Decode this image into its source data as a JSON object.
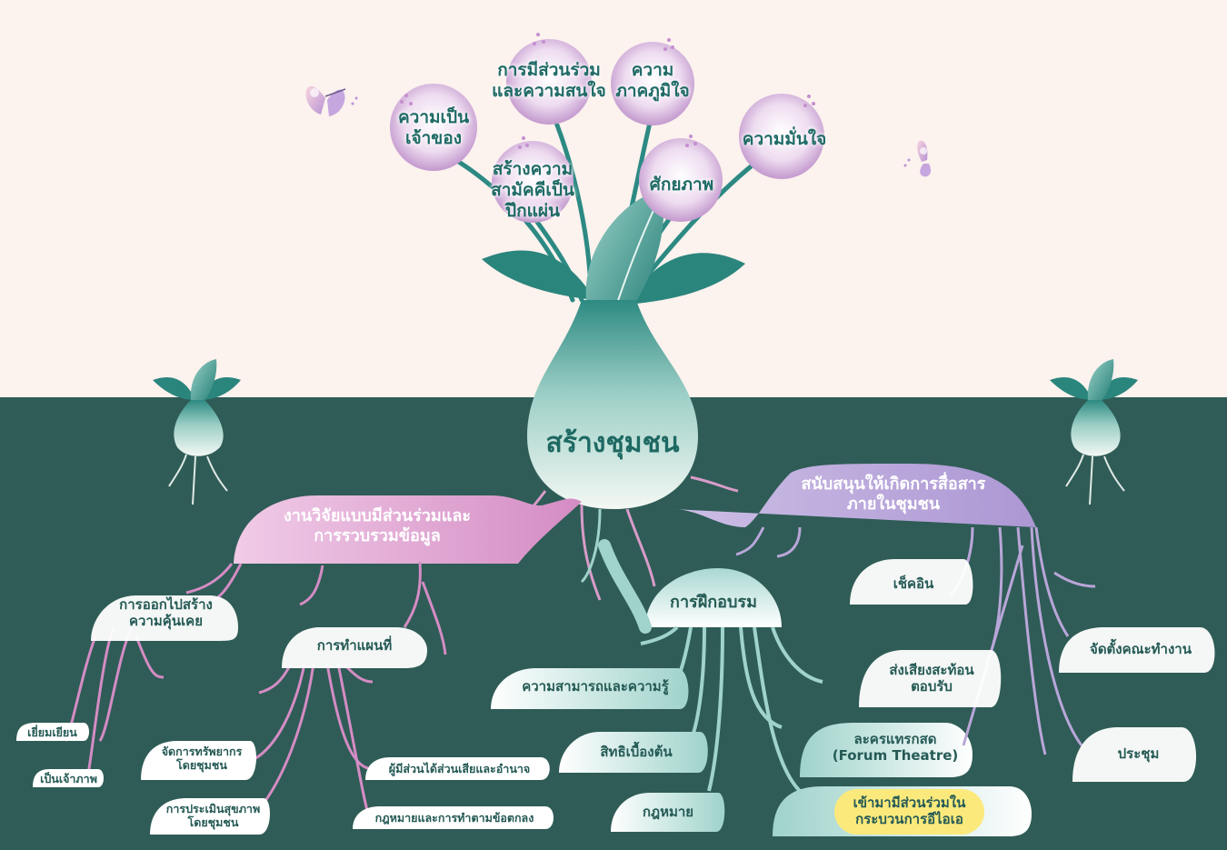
{
  "center": {
    "label": "สร้างชุมชน"
  },
  "flowers": [
    {
      "id": "ownership",
      "lines": [
        "ความเป็น",
        "เจ้าของ"
      ]
    },
    {
      "id": "participation",
      "lines": [
        "การมีส่วนร่วม",
        "และความสนใจ"
      ]
    },
    {
      "id": "pride",
      "lines": [
        "ความ",
        "ภาคภูมิใจ"
      ]
    },
    {
      "id": "unity",
      "lines": [
        "สร้างความ",
        "สามัคคีเป็น",
        "ปึกแผ่น"
      ]
    },
    {
      "id": "potential",
      "lines": [
        "ศักยภาพ"
      ]
    },
    {
      "id": "confidence",
      "lines": [
        "ความมั่นใจ"
      ]
    }
  ],
  "branches": {
    "research": {
      "lines": [
        "งานวิจัยแบบมีส่วนร่วมและ",
        "การรวบรวมข้อมูล"
      ]
    },
    "training": {
      "lines": [
        "การฝึกอบรม"
      ]
    },
    "communication": {
      "lines": [
        "สนับสนุนให้เกิดการสื่อสาร",
        "ภายในชุมชน"
      ]
    }
  },
  "research_nodes": {
    "familiarization": {
      "lines": [
        "การออกไปสร้าง",
        "ความคุ้นเคย"
      ]
    },
    "mapping": {
      "lines": [
        "การทำแผนที่"
      ]
    },
    "visit": {
      "lines": [
        "เยี่ยมเยียน"
      ]
    },
    "host": {
      "lines": [
        "เป็นเจ้าภาพ"
      ]
    },
    "resource_mgmt": {
      "lines": [
        "จัดการทรัพยากร",
        "โดยชุมชน"
      ]
    },
    "health_assessment": {
      "lines": [
        "การประเมินสุขภาพ",
        "โดยชุมชน"
      ]
    },
    "stakeholders": {
      "lines": [
        "ผู้มีส่วนได้ส่วนเสียและอำนาจ"
      ]
    },
    "laws_agreements": {
      "lines": [
        "กฎหมายและการทำตามข้อตกลง"
      ]
    }
  },
  "training_nodes": {
    "capacity": {
      "lines": [
        "ความสามารถและความรู้"
      ]
    },
    "basic_rights": {
      "lines": [
        "สิทธิเบื้องต้น"
      ]
    },
    "law": {
      "lines": [
        "กฎหมาย"
      ]
    },
    "forum_theatre": {
      "lines": [
        "ละครแทรกสด",
        "(Forum Theatre)"
      ]
    },
    "eia": {
      "lines": [
        "เข้ามามีส่วนร่วมใน",
        "กระบวนการอีไอเอ"
      ]
    }
  },
  "communication_nodes": {
    "checkin": {
      "lines": [
        "เช็คอิน"
      ]
    },
    "feedback": {
      "lines": [
        "ส่งเสียงสะท้อน",
        "ตอบรับ"
      ]
    },
    "working_group": {
      "lines": [
        "จัดตั้งคณะทำงาน"
      ]
    },
    "meeting": {
      "lines": [
        "ประชุม"
      ]
    }
  },
  "colors": {
    "sky": "#fcf2ee",
    "soil": "#2f5c56",
    "teal": "#2c8a83",
    "pink": "#d79bc9",
    "lavender": "#b9a6d9",
    "highlight": "#fbe97c",
    "text": "#255a55"
  }
}
